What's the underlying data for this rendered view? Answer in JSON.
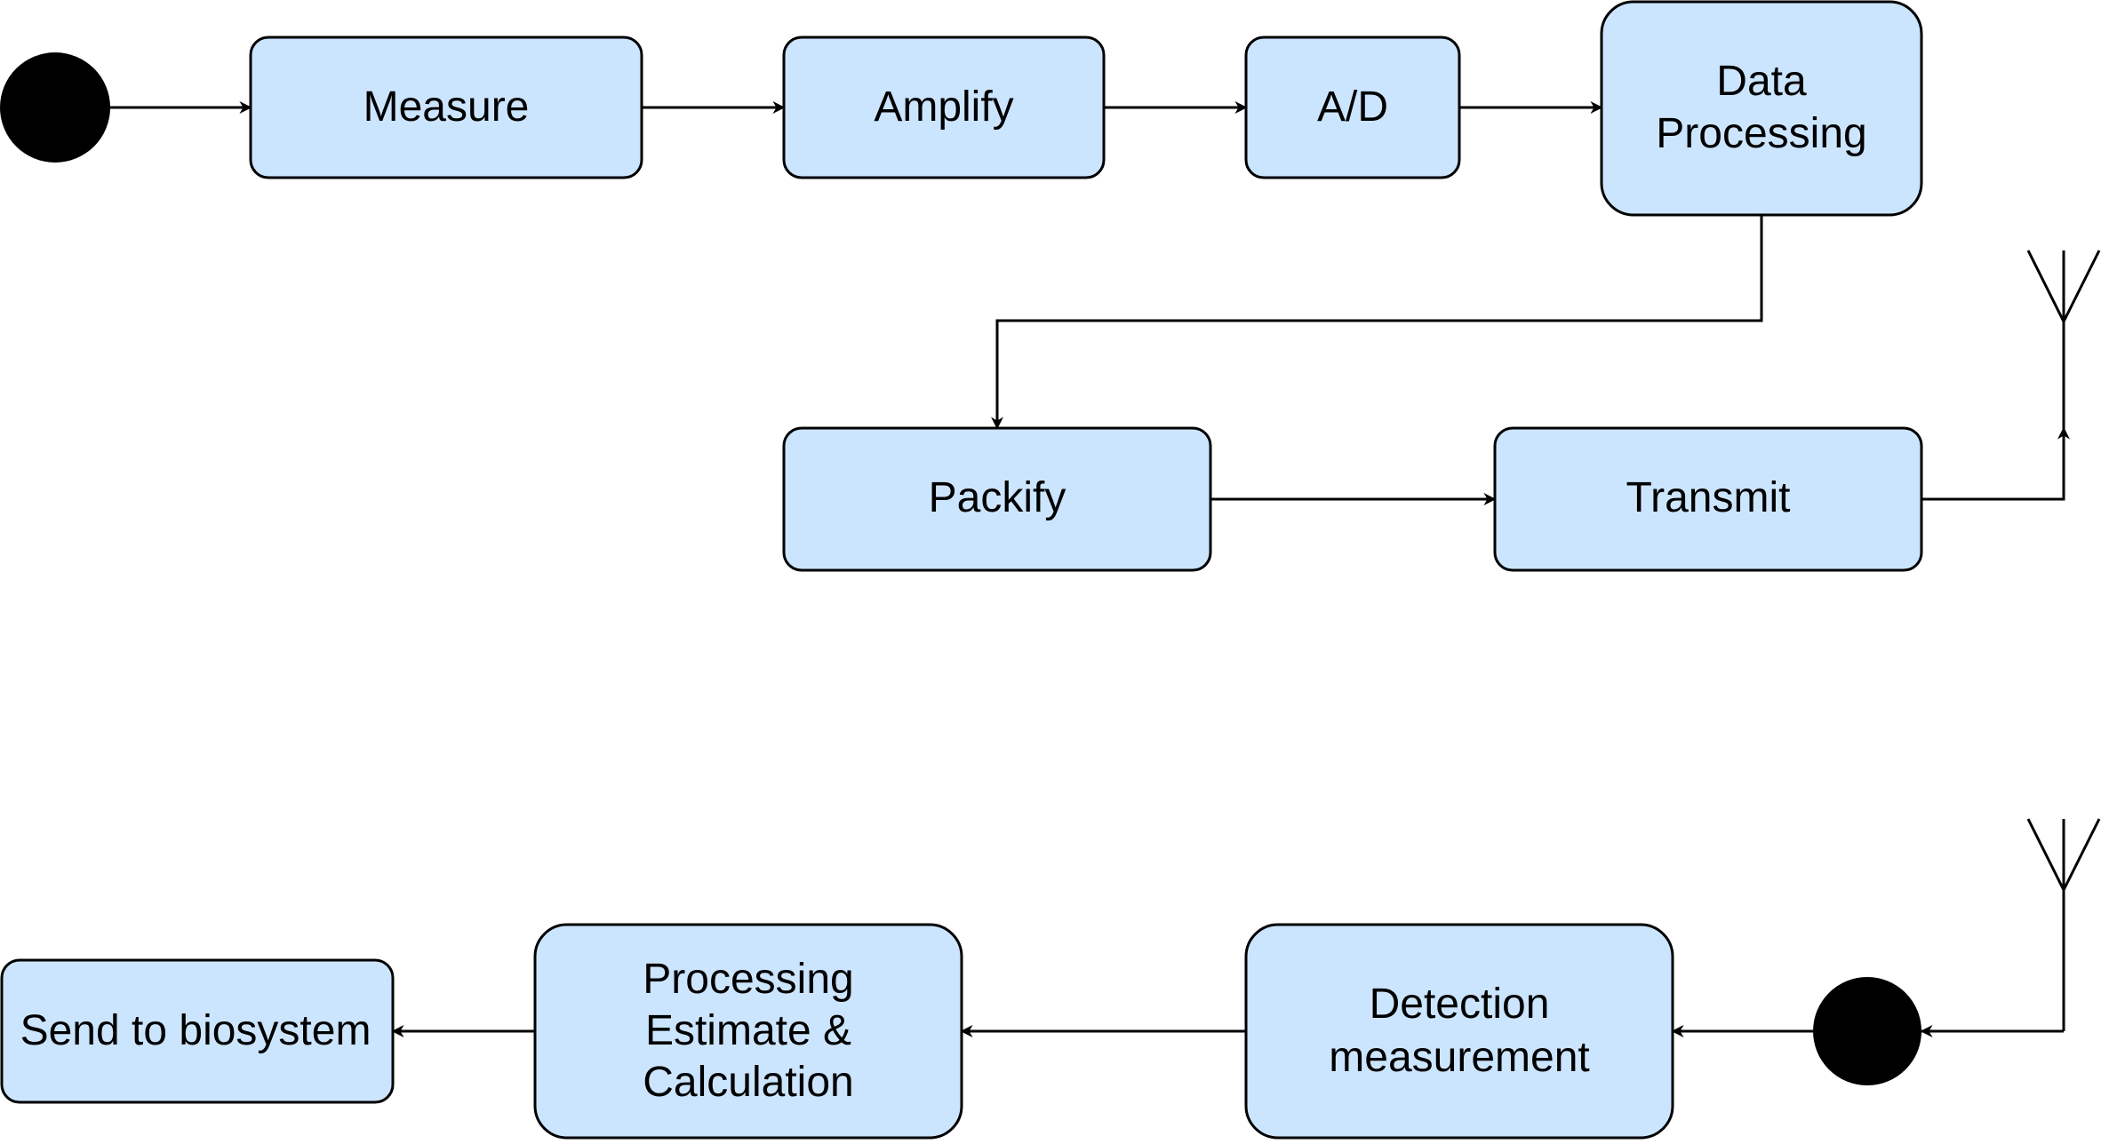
{
  "nodes": {
    "measure": "Measure",
    "amplify": "Amplify",
    "ad": "A/D",
    "data_processing": [
      "Data",
      "Processing"
    ],
    "packify": "Packify",
    "transmit": "Transmit",
    "send_to_biosystem": "Send to biosystem",
    "processing_estimate": [
      "Processing",
      "Estimate &",
      "Calculation"
    ],
    "detection_measurement": [
      "Detection",
      "measurement"
    ]
  },
  "icons": {
    "start": "filled-circle",
    "antenna": "antenna-icon"
  },
  "colors": {
    "node_fill": "#cce5ff",
    "stroke": "#000000"
  }
}
